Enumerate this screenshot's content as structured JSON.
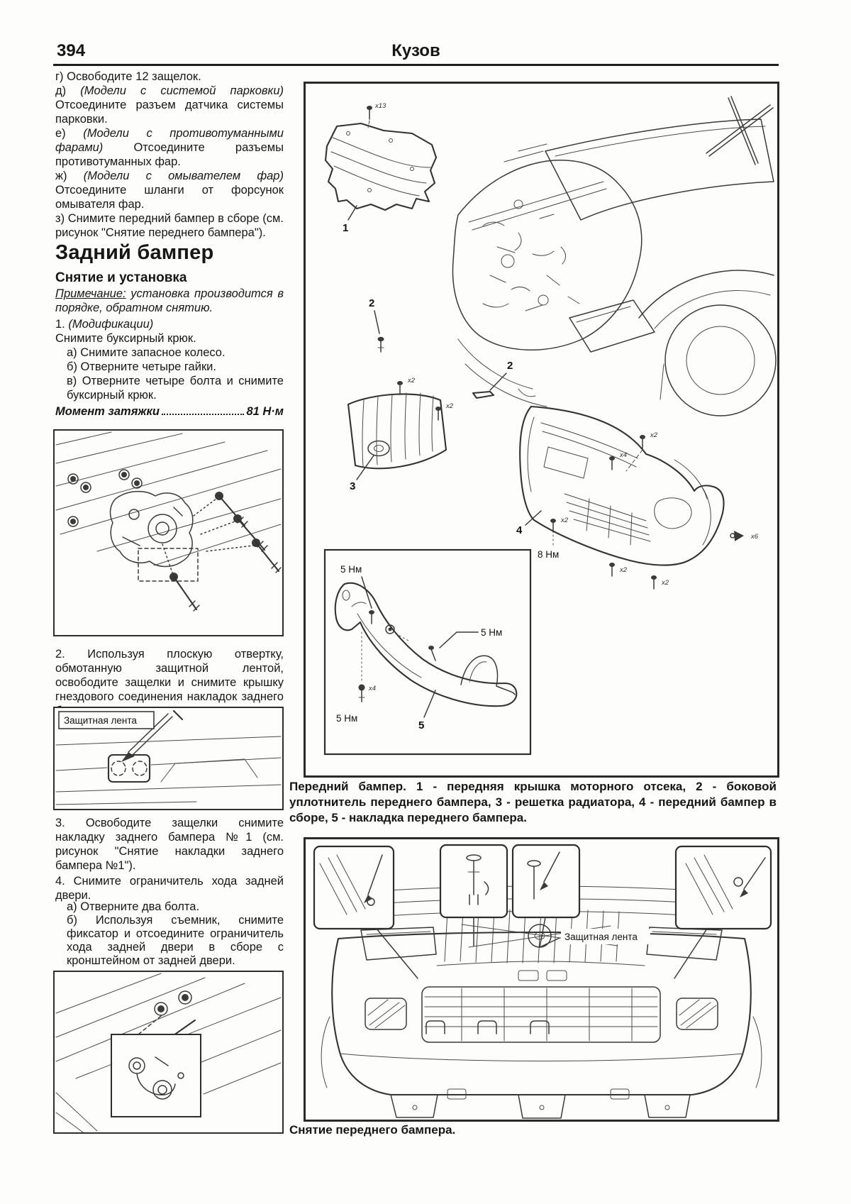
{
  "page": {
    "number": "394",
    "title": "Кузов"
  },
  "left": {
    "items": [
      {
        "label": "г)",
        "italic": "",
        "text": "Освободите 12 защелок."
      },
      {
        "label": "д)",
        "italic": "(Модели с системой парковки)",
        "text": "Отсоедините разъем датчика системы парковки."
      },
      {
        "label": "е)",
        "italic": "(Модели с противотуманными фарами)",
        "text": "Отсоедините разъемы противотуманных фар."
      },
      {
        "label": "ж)",
        "italic": "(Модели с омывателем фар)",
        "text": "Отсоедините шланги от форсунок омывателя фар."
      },
      {
        "label": "з)",
        "italic": "",
        "text": "Снимите передний бампер в сборе (см. рисунок \"Снятие переднего бампера\")."
      }
    ],
    "heading": "Задний бампер",
    "subheading": "Снятие и установка",
    "note_label": "Примечание:",
    "note_text": " установка производится в порядке, обратном снятию.",
    "step1_num": "1.",
    "step1_italic": "(Модификации)",
    "step1_text": "Снимите буксирный крюк.",
    "step1_sub": [
      "а) Снимите запасное колесо.",
      "б) Отверните четыре гайки.",
      "в) Отверните четыре болта и снимите буксирный крюк."
    ],
    "torque_label": "Момент затяжки",
    "torque_value": "81 Н·м",
    "step2": "2. Используя плоскую отвертку, обмотанную защитной лентой, освободите защелки и снимите крышку гнездового соединения накладок заднего бампера.",
    "fig_tape_label": "Защитная лента",
    "step3": "3. Освободите защелки снимите накладку заднего бампера №1 (см. рисунок \"Снятие накладки заднего бампера №1\").",
    "step4": "4. Снимите ограничитель хода задней двери.",
    "step4_sub": [
      "а) Отверните два болта.",
      "б) Используя съемник, снимите фиксатор и отсоедините ограничитель хода задней двери в сборе с кронштейном от задней двери."
    ]
  },
  "right": {
    "exploded": {
      "parts": [
        "1",
        "2",
        "2",
        "3",
        "4",
        "5"
      ],
      "bolts": [
        "x13",
        "x2",
        "x2",
        "x2",
        "x4",
        "x2",
        "x2",
        "x2",
        "x6",
        "x4"
      ],
      "torques": [
        "5 Нм",
        "5 Нм",
        "5 Нм",
        "8 Нм"
      ]
    },
    "caption1": "Передний бампер. 1 - передняя крышка моторного отсека, 2 - боковой уплотнитель переднего бампера, 3 - решетка радиатора, 4 - передний бампер в сборе, 5 - накладка переднего бампера.",
    "removal": {
      "tape_label": "Защитная лента"
    },
    "caption2": "Снятие переднего бампера."
  }
}
